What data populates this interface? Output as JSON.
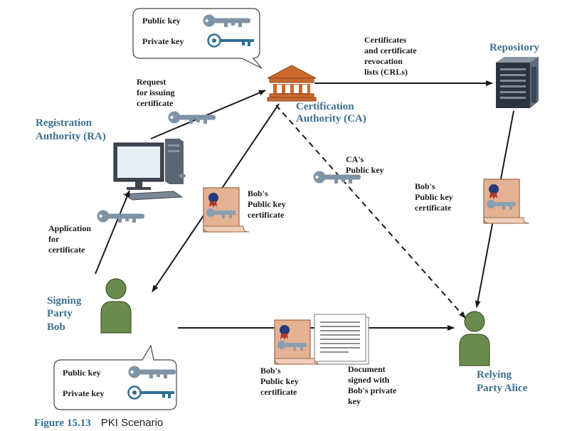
{
  "figure": {
    "number": "Figure 15.13",
    "title": "PKI Scenario"
  },
  "nodes": {
    "ca": [
      "Certification",
      "Authority (CA)"
    ],
    "repository": [
      "Repository"
    ],
    "ra": [
      "Registration",
      "Authority (RA)"
    ],
    "bob": [
      "Signing",
      "Party",
      "Bob"
    ],
    "alice": [
      "Relying",
      "Party Alice"
    ]
  },
  "edges": {
    "request": [
      "Request",
      "for issuing",
      "certificate"
    ],
    "crl": [
      "Certificates",
      "and certificate",
      "revocation",
      "lists (CRLs)"
    ],
    "application": [
      "Application",
      "for",
      "certificate"
    ],
    "cert_to_bob": [
      "Bob's",
      "Public key",
      "certificate"
    ],
    "ca_key": [
      "CA's",
      "Public key"
    ],
    "repo_cert": [
      "Bob's",
      "Public key",
      "certificate"
    ],
    "bob_cert": [
      "Bob's",
      "Public key",
      "certificate"
    ],
    "doc": [
      "Document",
      "signed with",
      "Bob's private",
      "key"
    ]
  },
  "callouts": {
    "ca": {
      "public": "Public key",
      "private": "Private key"
    },
    "bob": {
      "public": "Public key",
      "private": "Private key"
    }
  },
  "colors": {
    "title": "#3d6f8f",
    "key": "#7f93a6",
    "certificate": "#e4b192",
    "person": "#6b8a4e",
    "building": "#c9692f"
  },
  "icons": [
    "bank-building-icon",
    "server-tower-icon",
    "desktop-computer-icon",
    "person-icon",
    "key-icon",
    "certificate-scroll-icon",
    "document-icon"
  ]
}
